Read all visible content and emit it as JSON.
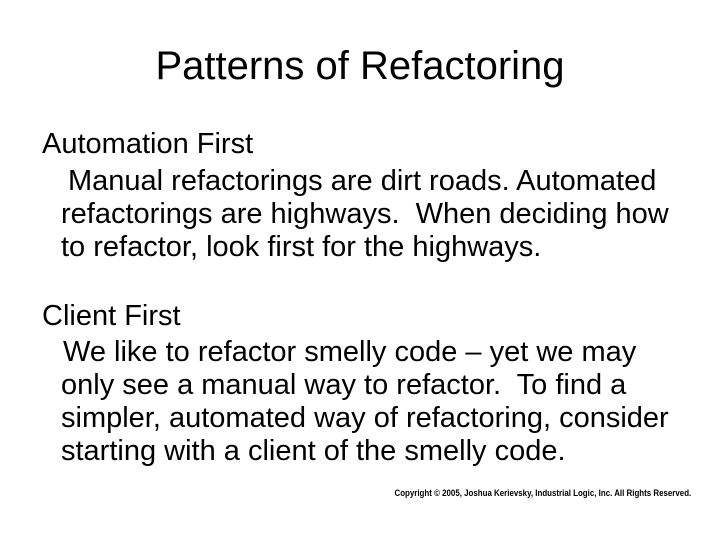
{
  "slide": {
    "title": "Patterns of Refactoring",
    "sections": [
      {
        "heading": "Automation First",
        "lines": [
          "Manual refactorings are dirt roads. Automated",
          "refactorings are highways.  When deciding how",
          "to refactor, look first for the highways."
        ]
      },
      {
        "heading": "Client First",
        "lines": [
          "We like to refactor smelly code – yet we may",
          "only see a manual way to refactor.  To find a",
          "simpler, automated way of refactoring, consider",
          "starting with a client of the smelly code."
        ]
      }
    ],
    "footer": "Copyright © 2005, Joshua Kerievsky, Industrial Logic, Inc. All Rights Reserved.",
    "colors": {
      "background": "#ffffff",
      "text": "#000000"
    }
  }
}
